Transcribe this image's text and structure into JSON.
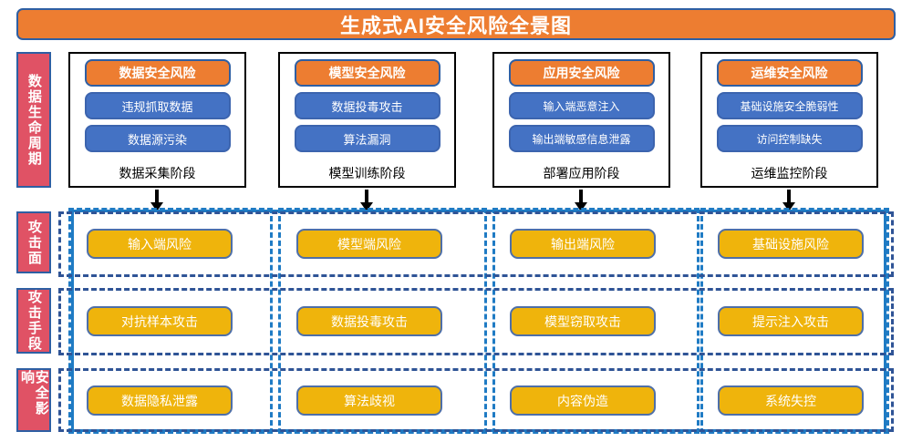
{
  "title": "生成式AI安全风险全景图",
  "row_labels": {
    "lifecycle": "数据生命周期",
    "attack_surface": "攻击面",
    "attack_methods": "攻击手段",
    "security_impact": "安全影响"
  },
  "stages": [
    {
      "header": "数据安全风险",
      "risks": [
        "违规抓取数据",
        "数据源污染"
      ],
      "caption": "数据采集阶段"
    },
    {
      "header": "模型安全风险",
      "risks": [
        "数据投毒攻击",
        "算法漏洞"
      ],
      "caption": "模型训练阶段"
    },
    {
      "header": "应用安全风险",
      "risks": [
        "输入端恶意注入",
        "输出端敏感信息泄露"
      ],
      "caption": "部署应用阶段"
    },
    {
      "header": "运维安全风险",
      "risks": [
        "基础设施安全脆弱性",
        "访问控制缺失"
      ],
      "caption": "运维监控阶段"
    }
  ],
  "matrix": {
    "attack_surface": [
      "输入端风险",
      "模型端风险",
      "输出端风险",
      "基础设施风险"
    ],
    "attack_methods": [
      "对抗样本攻击",
      "数据投毒攻击",
      "模型窃取攻击",
      "提示注入攻击"
    ],
    "security_impact": [
      "数据隐私泄露",
      "算法歧视",
      "内容伪造",
      "系统失控"
    ]
  },
  "colors": {
    "title_bg": "#ED7D31",
    "header_chip": "#ED7D31",
    "risk_chip": "#4472C4",
    "row_label_bg": "#E05265",
    "cell_bg": "#EFB40C",
    "frame_blue": "#1F7BC4",
    "band_navy": "#2F5496",
    "border_blue": "#2E5FA3"
  }
}
